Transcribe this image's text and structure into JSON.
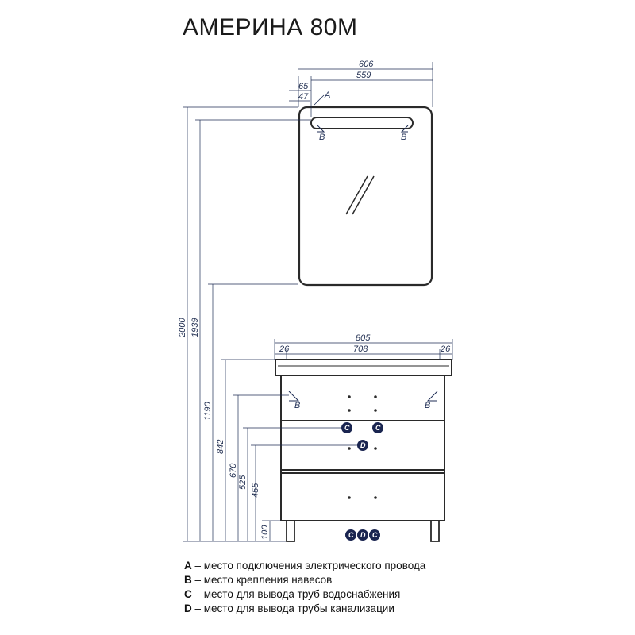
{
  "title": "АМЕРИНА 80М",
  "dimensions": {
    "mirror_width_outer": "606",
    "mirror_width_inner": "559",
    "mirror_offset_a": "65",
    "mirror_offset_b": "47",
    "cabinet_width": "805",
    "cabinet_inner": "708",
    "cabinet_side_left": "26",
    "cabinet_side_right": "26",
    "height_total": "2000",
    "height_mirror_mount": "1939",
    "height_mirror_bottom": "1190",
    "height_cabinet": "842",
    "height_c": "670",
    "height_d": "525",
    "height_drawer": "455",
    "height_legs": "100"
  },
  "markers": {
    "a": "A",
    "b": "B",
    "c": "C",
    "d": "D"
  },
  "legend": [
    {
      "key": "A",
      "text": " – место подключения электрического провода"
    },
    {
      "key": "B",
      "text": " – место крепления навесов"
    },
    {
      "key": "C",
      "text": " – место для вывода труб водоснабжения"
    },
    {
      "key": "D",
      "text": " – место для вывода трубы канализации"
    }
  ],
  "colors": {
    "dimension_line": "#1f2e55",
    "outline": "#2a2a2a",
    "badge": "#1a2550"
  }
}
